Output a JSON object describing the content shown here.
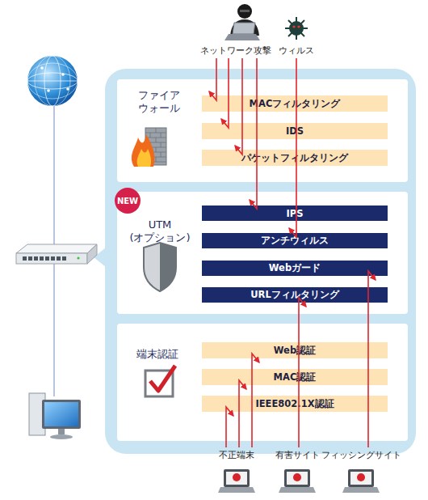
{
  "diagram": {
    "nodes": [
      {
        "text": [
          "ファイア ウォール"
        ]
      },
      {
        "text": [
          "MACフィルタリング"
        ],
        "in": 0
      },
      {
        "text": [
          "IDS"
        ],
        "in": 0
      },
      {
        "text": [
          "パケットフィルタリング"
        ],
        "in": 0
      },
      {
        "text": [
          "UTM (オプション)"
        ]
      },
      {
        "text": [
          "NEW"
        ],
        "in": 4
      },
      {
        "text": [
          "IPS"
        ],
        "in": 4
      },
      {
        "text": [
          "アンチウィルス"
        ],
        "in": 4
      },
      {
        "text": [
          "Webガード"
        ],
        "in": 4
      },
      {
        "text": [
          "URLフィルタリング"
        ],
        "in": 4
      },
      {
        "text": [
          "端末認証"
        ]
      },
      {
        "text": [
          "Web認証"
        ],
        "in": 10
      },
      {
        "text": [
          "MAC認証"
        ],
        "in": 10
      },
      {
        "text": [
          "IEEE802.1X認証"
        ],
        "in": 10
      }
    ],
    "labels": [
      "ネットワーク攻撃",
      "ウィルス",
      "不正端末",
      "有害サイト",
      "フィッシングサイト"
    ]
  }
}
